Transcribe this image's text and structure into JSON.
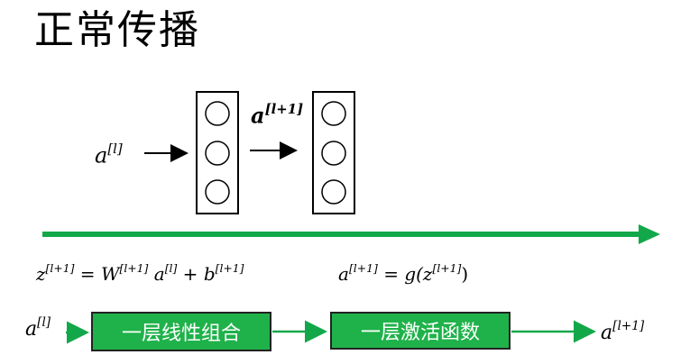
{
  "title": "正常传播",
  "diagram": {
    "input_label": {
      "base": "a",
      "sup": "[l]"
    },
    "mid_label": {
      "base": "a",
      "sup": "[l+1]"
    },
    "layer_neuron_counts": [
      3,
      3
    ]
  },
  "equations": {
    "z": {
      "z": "z",
      "z_sup": "[l+1]",
      "eq": " = ",
      "W": "W",
      "W_sup": "[l+1]",
      "a": " a",
      "a_sup": "[l]",
      "plus": " + ",
      "b": "b",
      "b_sup": "[l+1]"
    },
    "a": {
      "a": "a",
      "a_sup": "[l+1]",
      "eq": " = ",
      "g": "g(z",
      "g_sup": "[l+1]",
      "close": ")"
    }
  },
  "flow": {
    "input": {
      "base": "a",
      "sup": "[l]"
    },
    "step1": "一层线性组合",
    "step2": "一层激活函数",
    "output": {
      "base": "a",
      "sup": "[l+1]"
    }
  },
  "colors": {
    "accent_green": "#1fb24a",
    "arrow_green": "#12a84a"
  }
}
